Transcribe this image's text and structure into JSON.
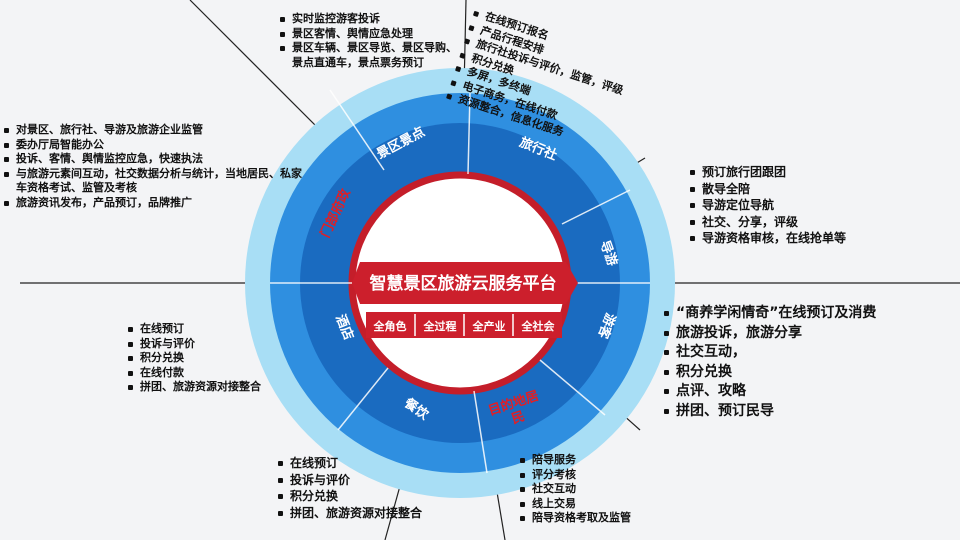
{
  "colors": {
    "outer_ring": "#a8def5",
    "mid_ring": "#2f8fe0",
    "inner_ring": "#1a6bc0",
    "core_border": "#c41e2a",
    "core_fill": "#ffffff",
    "banner": "#cc1f2c",
    "accent_text": "#e01f26"
  },
  "platform": {
    "title": "智慧景区旅游云服务平台",
    "tags": [
      "全角色",
      "全过程",
      "全产业",
      "全社会"
    ]
  },
  "segments": {
    "jingqu": "景区景点",
    "lxs": "旅行社",
    "daoyou": "导游",
    "youke": "游客",
    "mudidi": "目的地居民",
    "canyin": "餐饮",
    "jiudian": "酒店",
    "bumen": "门部府政"
  },
  "callouts": {
    "top_left": [
      "实时监控游客投诉",
      "景区客情、舆情应急处理",
      "景区车辆、景区导览、景区导购、景点直通车，景点票务预订"
    ],
    "top_center": [
      "在线预订报名",
      "产品行程安排",
      "旅行社投诉与评价，监管，评级",
      "积分兑换",
      "多屏，多终端",
      "电子商务，在线付款",
      "资源整合，信息化服务"
    ],
    "left": [
      "对景区、旅行社、导游及旅游企业监管",
      "委办厅局智能办公",
      "投诉、客情、舆情监控应急，快速执法",
      "与旅游元素间互动，社交数据分析与统计，当地居民、私家车资格考试、监管及考核",
      "旅游资讯发布，产品预订，品牌推广"
    ],
    "right_top": [
      "预订旅行团跟团",
      "散导全陪",
      "导游定位导航",
      "社交、分享，评级",
      "导游资格审核，在线抢单等"
    ],
    "right_mid": [
      "“商养学闲情奇”在线预订及消费",
      "旅游投诉，旅游分享",
      "社交互动，",
      "积分兑换",
      "点评、攻略",
      "拼团、预订民导"
    ],
    "left_bottom": [
      "在线预订",
      "投诉与评价",
      "积分兑换",
      "在线付款",
      "拼团、旅游资源对接整合"
    ],
    "bottom_center": [
      "在线预订",
      "投诉与评价",
      "积分兑换",
      "拼团、旅游资源对接整合"
    ],
    "bottom_right": [
      "陪导服务",
      "评分考核",
      "社交互动",
      "线上交易",
      "陪导资格考取及监管"
    ]
  }
}
